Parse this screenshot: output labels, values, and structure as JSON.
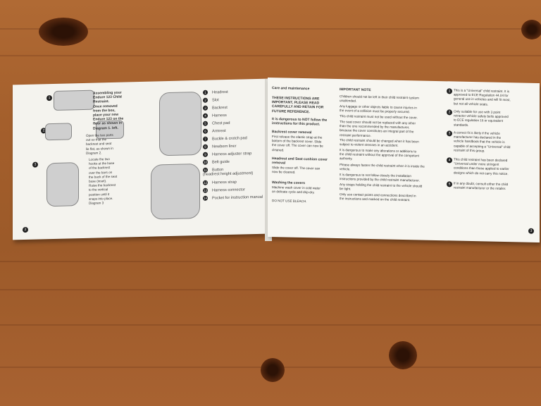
{
  "left_page": {
    "page_number": "2",
    "steps": [
      {
        "num": "1",
        "text": "Assembling your\nEndure 123 Child\nRestraint.\nOnce removed\nfrom the box,\nplace your new\nEndure 123 on the\nfloor as shown in\nDiagram 1. left."
      },
      {
        "num": "2",
        "text": "Open the two parts\nout so that the\nbackrest and seat\nlie flat, as shown in\nDiagram 2."
      },
      {
        "num": "3",
        "text": "Locate the two\nhooks at the base\nof the backrest\nover the bars on\nthe back of the seat\nbase (inset).\nRaise the backrest\nto the vertical\nposition until it\nsnaps into place.\nDiagram 3"
      }
    ],
    "parts": [
      {
        "num": "1",
        "label": "Headrest"
      },
      {
        "num": "2",
        "label": "Slot"
      },
      {
        "num": "3",
        "label": "Backrest"
      },
      {
        "num": "4",
        "label": "Harness"
      },
      {
        "num": "5",
        "label": "Chest pad"
      },
      {
        "num": "6",
        "label": "Armrest"
      },
      {
        "num": "7",
        "label": "Buckle & crotch pad"
      },
      {
        "num": "8",
        "label": "Newborn liner"
      },
      {
        "num": "9",
        "label": "Harness adjuster strap"
      },
      {
        "num": "10",
        "label": "Belt guide"
      },
      {
        "num": "11",
        "label": "Button\n(headrest height adjustment)"
      },
      {
        "num": "12",
        "label": "Harness strap"
      },
      {
        "num": "13",
        "label": "Harness connector"
      },
      {
        "num": "14",
        "label": "Pocket for instruction manual"
      }
    ]
  },
  "right_page": {
    "page_number": "3",
    "care": {
      "heading": "Care and maintenance",
      "important": "THESE INSTRUCTIONS ARE\nIMPORTANT, PLEASE READ\nCAREFULLY AND RETAIN FOR\nFUTURE REFERENCE.",
      "warning": "It is dangerous to NOT follow the\ninstructions for this product.",
      "backrest_heading": "Backrest cover removal",
      "backrest_text": "First release the elastic strap at the\nbottom of the backrest cover. Slide\nthe cover off. The cover can now be\ncleaned.",
      "headrest_heading": "Headrest and Seat cushion cover\nremoval",
      "headrest_text": "Slide the cover off. The cover can\nnow be cleaned.",
      "washing_heading": "Washing the covers",
      "washing_text": "Machine wash cover in cold water\non delicate cycle and drip-dry.",
      "bleach": "DO NOT USE BLEACH."
    },
    "important_note": {
      "heading": "IMPORTANT NOTE",
      "paragraphs": [
        "Children should not be left in their child restraint system\nunattended.",
        "Any luggage or other objects liable to cause injuries in\nthe event of a collision must be properly secured.",
        "This child restraint must not be used without the cover.",
        "The seat cover should not be replaced with any other\nthan the one recommended by the manufacturer,\nbecause the cover constitutes an integral part of the\nrestraint performance.",
        "The child restraint should be changed when it has been\nsubject to violent stresses in an accident.",
        "It is dangerous to make any alterations or additions to\nthe child restraint without the approval of the competent\nauthority.",
        "Please always fasten the child restraint when it is inside the\nvehicle.",
        "It is dangerous to not follow closely the installation\ninstructions provided by the child restraint manufacturer.",
        "Any straps holding the child restraint to the vehicle should\nbe tight.",
        "Only use contact points and connections described in\nthe instructions and marked on the child restraint."
      ]
    },
    "notices": [
      {
        "num": "1",
        "text": "This is a \"Universal\" child restraint. It is\napproved to ECE Regulation 44.04 for\ngeneral use in vehicles and will fit most,\nbut not all vehicle seats."
      },
      {
        "num": "2",
        "text": "Only suitable for use with 3 point\nretractor vehicle safety belts approved\nto ECE regulation 16 or equivalent\nstandards."
      },
      {
        "num": "3",
        "text": "A correct fit is likely if the vehicle\nmanufacturer has declared in the\nvehicle handbook that the vehicle is\ncapable of accepting a \"Universal\" child\nrestraint of this group."
      },
      {
        "num": "4",
        "text": "This child restraint has been declared\n\"Universal under more stringent\nconditions than those applied to earlier\ndesigns which do not carry this notice."
      },
      {
        "num": "5",
        "text": "If in any doubt, consult either the child\nrestraint manufacturer or the retailer."
      }
    ]
  }
}
